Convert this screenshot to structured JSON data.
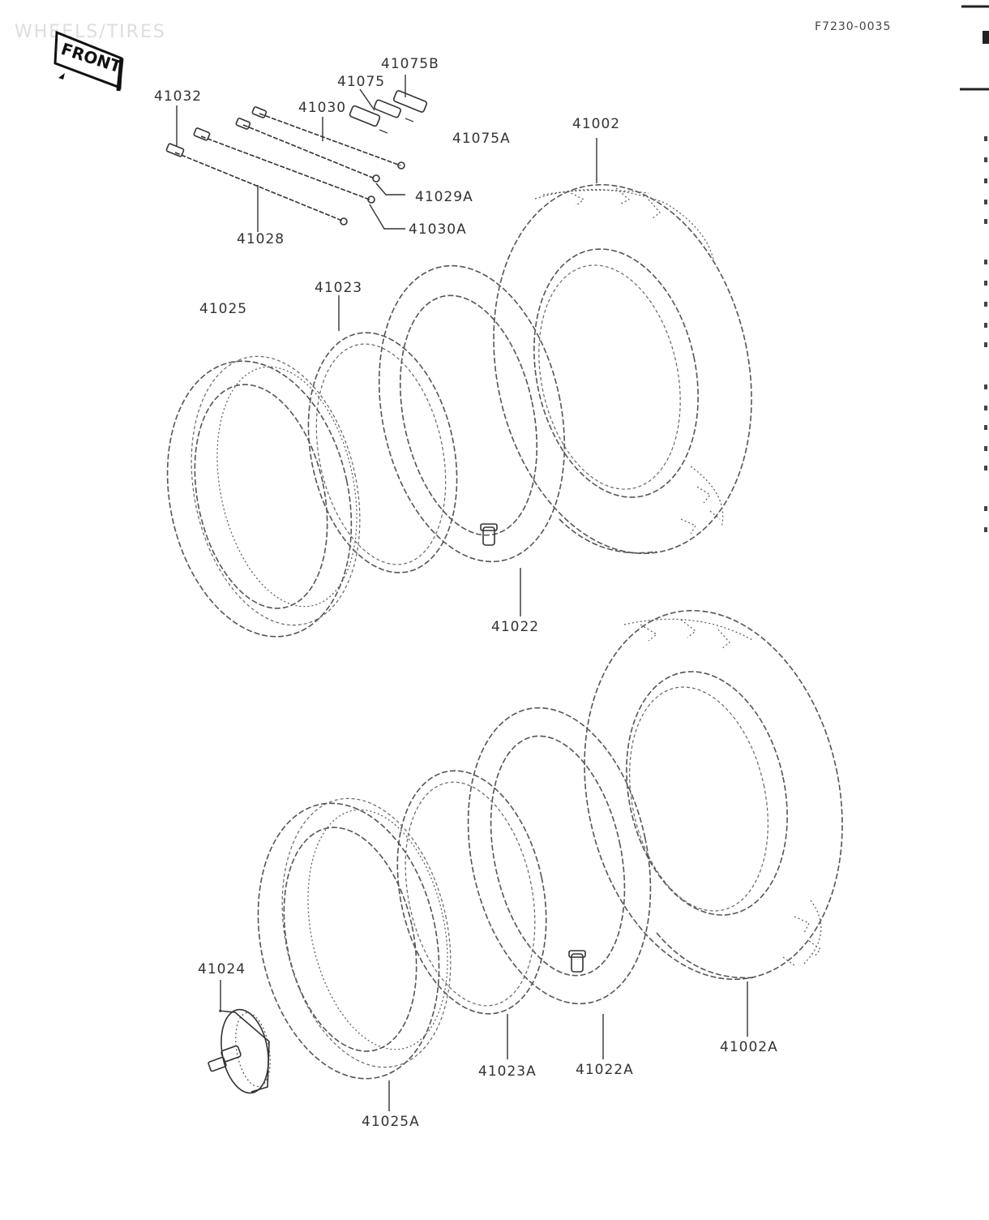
{
  "header": {
    "section_title": "WHEELS/TIRES",
    "code": "F7230-0035",
    "front_badge": "FRONT"
  },
  "parts": {
    "p41032": "41032",
    "p41075b": "41075B",
    "p41075": "41075",
    "p41030": "41030",
    "p41075a": "41075A",
    "p41002": "41002",
    "p41029a": "41029A",
    "p41030a": "41030A",
    "p41028": "41028",
    "p41023": "41023",
    "p41025": "41025",
    "p41022": "41022",
    "p41024": "41024",
    "p41023a": "41023A",
    "p41022a": "41022A",
    "p41002a": "41002A",
    "p41025a": "41025A"
  }
}
